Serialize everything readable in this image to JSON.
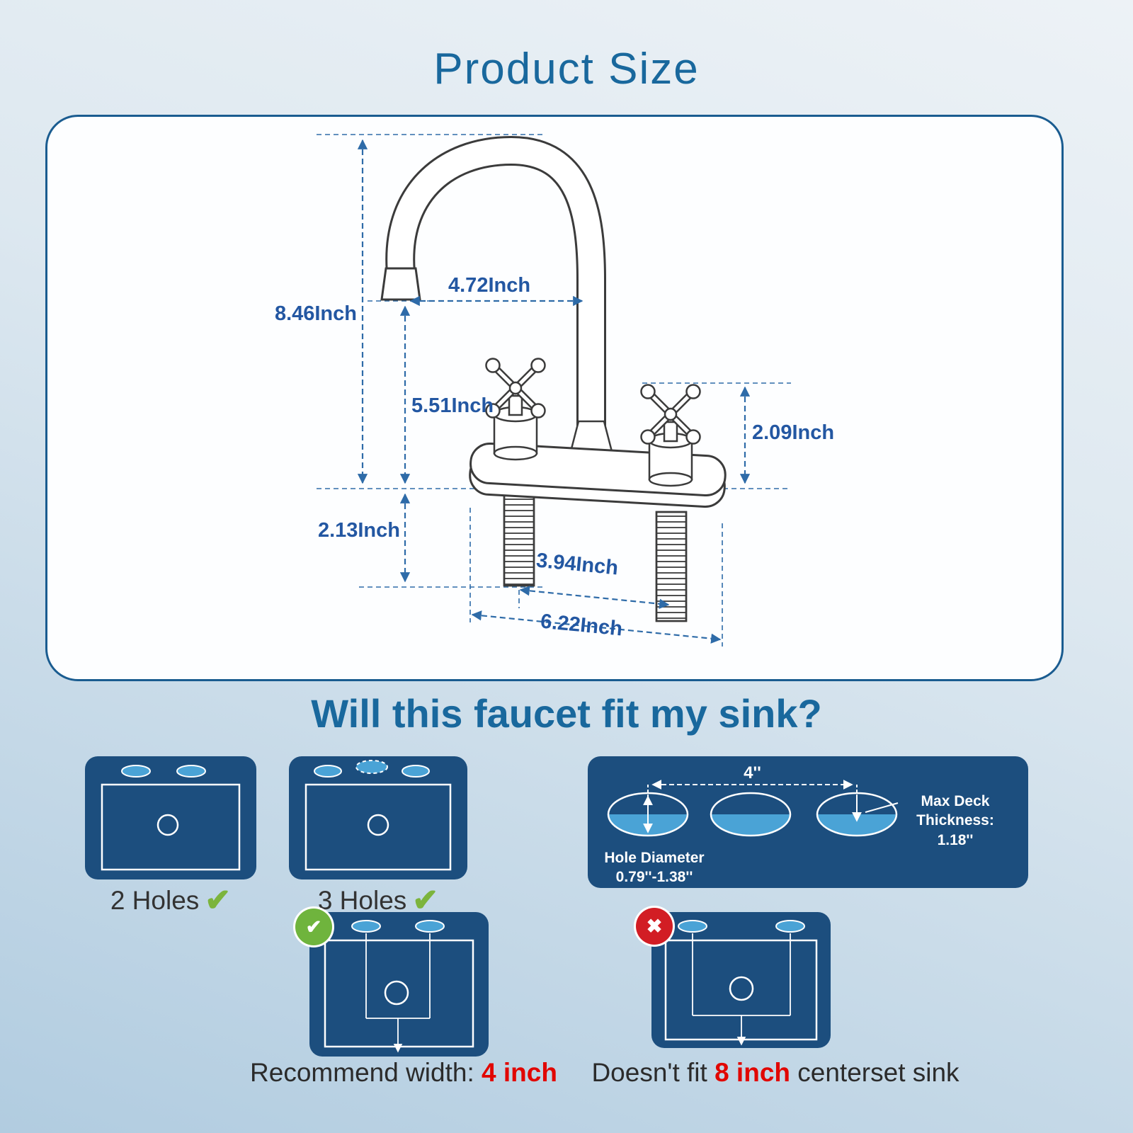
{
  "page": {
    "title": "Product Size",
    "fit_question": "Will this faucet fit my sink?"
  },
  "dimensions": {
    "height": "8.46Inch",
    "spout_reach": "4.72Inch",
    "spout_height": "5.51Inch",
    "handle_height": "2.09Inch",
    "below_deck": "2.13Inch",
    "hole_spacing": "3.94Inch",
    "deck_width": "6.22Inch"
  },
  "sink_fit": {
    "two_holes_label": "2 Holes",
    "three_holes_label": "3 Holes",
    "check_glyph": "✔",
    "cross_glyph": "✖"
  },
  "hole_detail": {
    "spacing": "4''",
    "max_deck_thickness_label": "Max Deck Thickness:",
    "max_deck_thickness_value": "1.18''",
    "hole_diameter_label": "Hole Diameter",
    "hole_diameter_value": "0.79''-1.38''"
  },
  "recommend": {
    "prefix": "Recommend width: ",
    "value": "4 inch"
  },
  "not_fit": {
    "prefix": "Doesn't fit ",
    "value": "8 inch",
    "suffix": " centerset sink"
  },
  "colors": {
    "accent_blue": "#19689d",
    "dimension_blue": "#2357a2",
    "navy_panel": "#1c4e7e",
    "hole_blue": "#4aa3d6",
    "check_green": "#6fb43d",
    "cross_red": "#d21d24",
    "highlight_red": "#e10600"
  }
}
